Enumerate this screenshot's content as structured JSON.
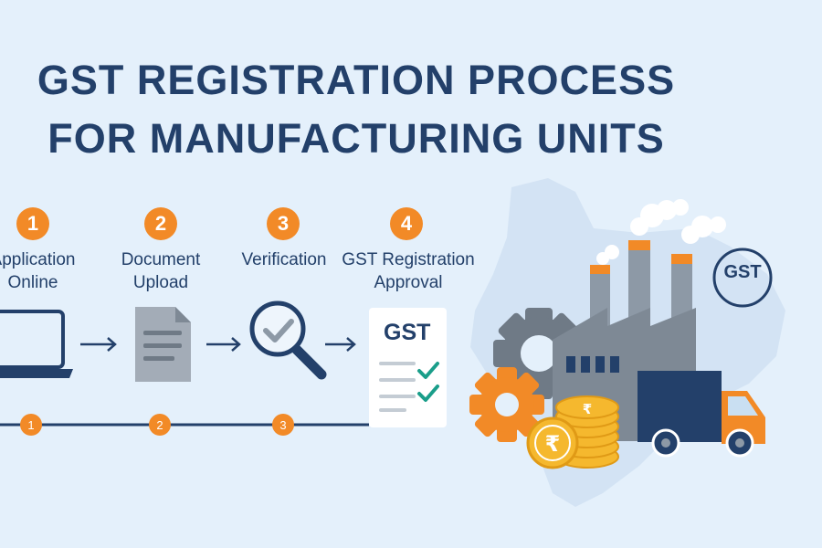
{
  "title": {
    "line1": "GST REGISTRATION PROCESS",
    "line2": "FOR MANUFACTURING UNITS"
  },
  "steps": [
    {
      "number": "1",
      "label_line1": "Application",
      "label_line2": "Online",
      "icon": "laptop-icon"
    },
    {
      "number": "2",
      "label_line1": "Document",
      "label_line2": "Upload",
      "icon": "document-icon"
    },
    {
      "number": "3",
      "label_line1": "Verification",
      "label_line2": "",
      "icon": "magnifier-check-icon"
    },
    {
      "number": "4",
      "label_line1": "GST Registration",
      "label_line2": "Approval",
      "icon": "gst-certificate-icon"
    }
  ],
  "timeline_markers": [
    "1",
    "2",
    "3"
  ],
  "gst_card_text": "GST",
  "gst_badge_text": "GST",
  "illustration_icons": [
    "india-map-icon",
    "factory-icon",
    "gear-icon",
    "rupee-coins-icon",
    "delivery-truck-icon"
  ],
  "colors": {
    "background": "#e4f0fb",
    "navy": "#23406a",
    "orange": "#f28a27",
    "check_green": "#1a9e8a",
    "gray": "#8d99a6"
  }
}
